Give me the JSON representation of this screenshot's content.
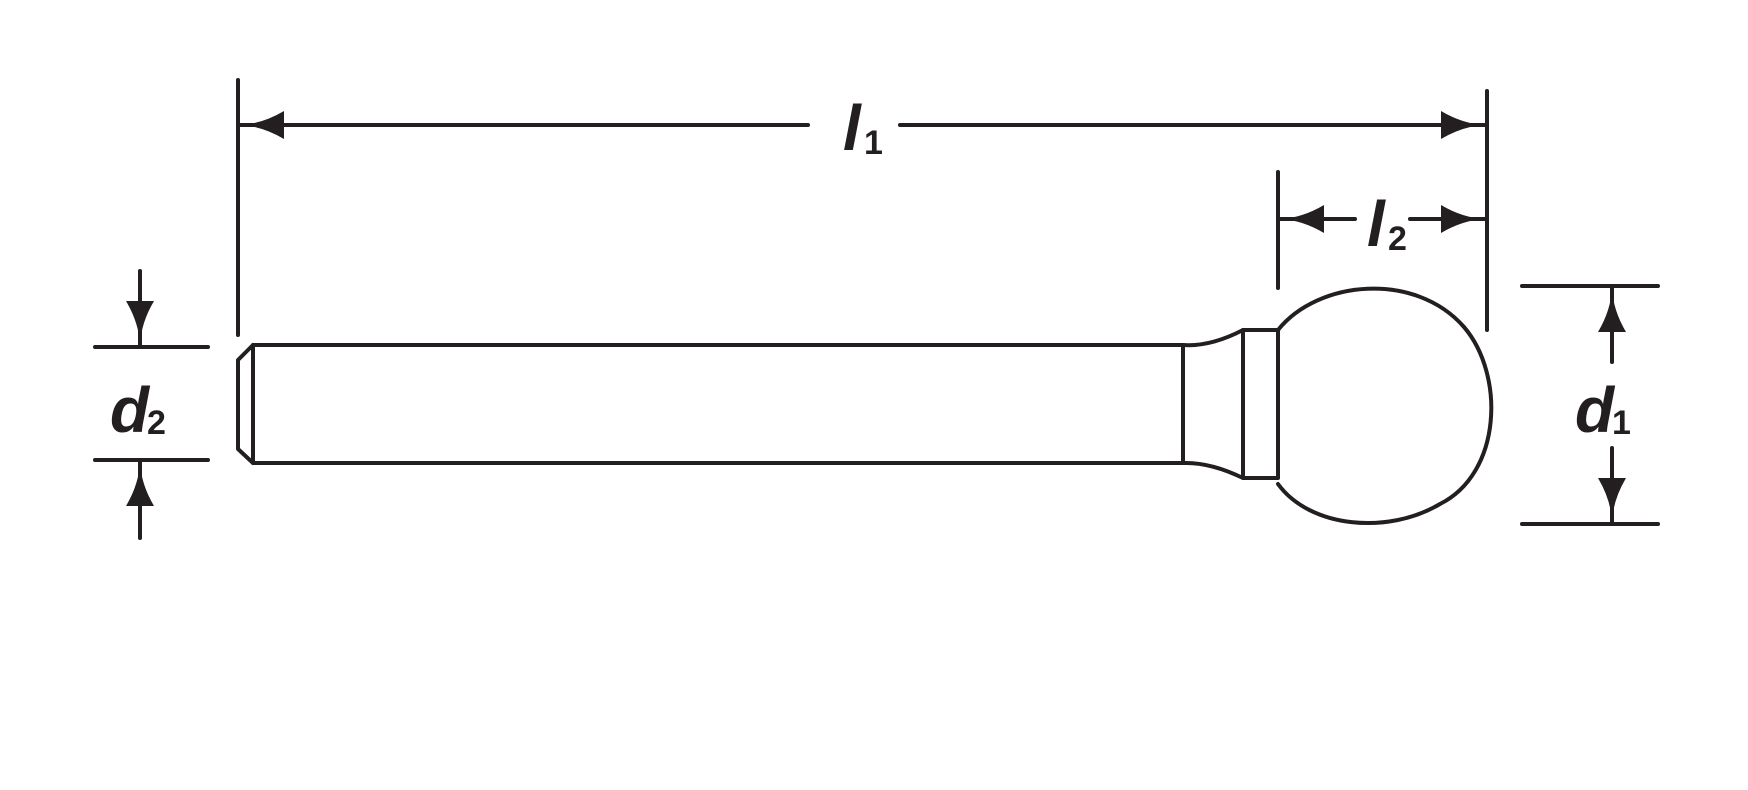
{
  "dimensions": {
    "overall_length": {
      "symbol": "l",
      "subscript": "1"
    },
    "head_length": {
      "symbol": "l",
      "subscript": "2"
    },
    "shank_diameter": {
      "symbol": "d",
      "subscript": "2"
    },
    "head_diameter": {
      "symbol": "d",
      "subscript": "1"
    }
  },
  "colors": {
    "line": "#231f20",
    "background": "#ffffff"
  }
}
